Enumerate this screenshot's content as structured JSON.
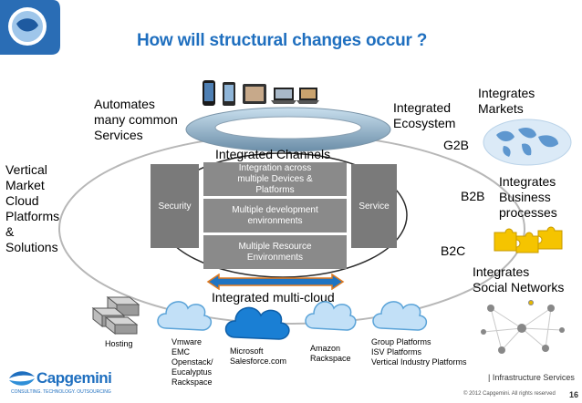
{
  "title": "How will structural changes occur ?",
  "labels": {
    "automates": [
      "Automates",
      "many common",
      "Services"
    ],
    "integrated_ecosystem": [
      "Integrated",
      "Ecosystem"
    ],
    "integrates_markets": [
      "Integrates",
      "Markets"
    ],
    "g2b": "G2B",
    "b2b": "B2B",
    "b2c": "B2C",
    "integrates_business": [
      "Integrates",
      "Business",
      "processes"
    ],
    "integrates_social": [
      "Integrates",
      "Social Networks"
    ],
    "vertical_market": [
      "Vertical",
      "Market",
      "Cloud",
      "Platforms",
      "&",
      "Solutions"
    ],
    "integrated_channels": "Integrated Channels",
    "integrated_multicloud": "Integrated multi-cloud"
  },
  "center": {
    "security": "Security",
    "service": "Service",
    "stack": [
      "Integration across multiple Devices & Platforms",
      "Multiple development environments",
      "Multiple Resource Environments"
    ]
  },
  "providers": {
    "hosting": "Hosting",
    "vmware": [
      "Vmware",
      "EMC",
      "Openstack/",
      "Eucalyptus",
      "Rackspace"
    ],
    "microsoft": [
      "Microsoft",
      "Salesforce.com"
    ],
    "amazon": [
      "Amazon",
      "Rackspace"
    ],
    "group": [
      "Group Platforms",
      "ISV Platforms",
      "Vertical Industry Platforms"
    ]
  },
  "footer": {
    "brand": "Capgemini",
    "tagline": "CONSULTING. TECHNOLOGY. OUTSOURCING",
    "right": "| Infrastructure Services",
    "copyright": "© 2012 Capgemini. All rights reserved",
    "page": "16"
  },
  "colors": {
    "title": "#1f6fbf",
    "arrow": "#e07a1f",
    "arrow_fill": "#1f74c2",
    "cloud": "#1a7fd4",
    "puzzle": "#f5c400"
  }
}
